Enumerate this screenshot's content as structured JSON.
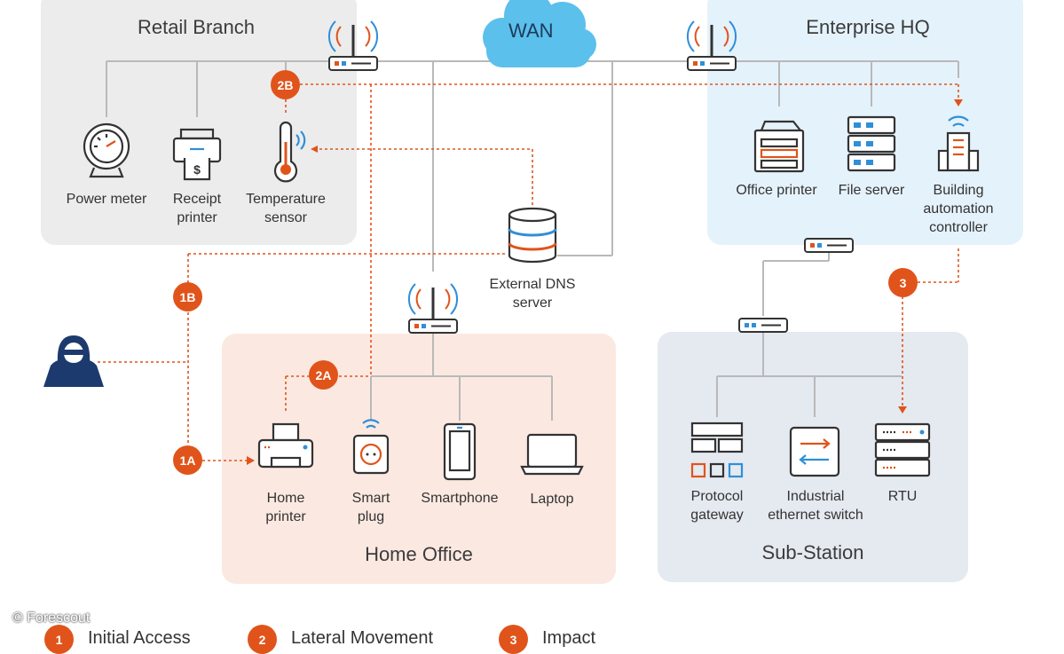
{
  "wan": "WAN",
  "zones": {
    "retail": "Retail Branch",
    "hq": "Enterprise HQ",
    "home": "Home Office",
    "substation": "Sub-Station"
  },
  "devices": {
    "power_meter": "Power meter",
    "receipt_printer_1": "Receipt",
    "receipt_printer_2": "printer",
    "temp_sensor_1": "Temperature",
    "temp_sensor_2": "sensor",
    "office_printer": "Office printer",
    "file_server": "File server",
    "bac_1": "Building",
    "bac_2": "automation",
    "bac_3": "controller",
    "dns_1": "External DNS",
    "dns_2": "server",
    "home_printer_1": "Home",
    "home_printer_2": "printer",
    "smart_plug_1": "Smart",
    "smart_plug_2": "plug",
    "smartphone": "Smartphone",
    "laptop": "Laptop",
    "protocol_gw_1": "Protocol",
    "protocol_gw_2": "gateway",
    "ind_switch_1": "Industrial",
    "ind_switch_2": "ethernet switch",
    "rtu": "RTU"
  },
  "badges": {
    "b1a": "1A",
    "b1b": "1B",
    "b2a": "2A",
    "b2b": "2B",
    "b3": "3"
  },
  "legend": {
    "initial": "Initial Access",
    "lateral": "Lateral Movement",
    "impact": "Impact",
    "n1": "1",
    "n2": "2",
    "n3": "3"
  },
  "credit": "© Forescout",
  "colors": {
    "attack": "#e0541b",
    "router_blue": "#2f8fd8",
    "retail_bg": "#ececec",
    "hq_bg": "#e4f2fb",
    "home_bg": "#fbe9e1",
    "substation_bg": "#e5e9f0",
    "wan_cloud": "#5bc0eb",
    "hacker": "#1d3a6e"
  }
}
